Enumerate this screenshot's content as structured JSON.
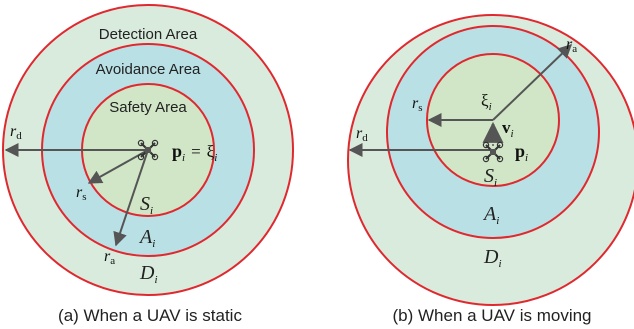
{
  "colors": {
    "detection_fill": "#d8ebdc",
    "avoidance_fill": "#b9e0e5",
    "safety_fill": "#d0e6c6",
    "ring_stroke": "#e0282f",
    "arrow": "#555555"
  },
  "left_panel": {
    "labels": {
      "detection": "Detection Area",
      "avoidance": "Avoidance Area",
      "safety": "Safety Area"
    },
    "symbols": {
      "r_d": "r",
      "r_d_sub": "d",
      "r_s": "r",
      "r_s_sub": "s",
      "r_a": "r",
      "r_a_sub": "a",
      "p": "p",
      "p_sub": "i",
      "equals": "=",
      "xi": "ξ",
      "xi_sub": "i",
      "S": "S",
      "S_sub": "i",
      "A": "A",
      "A_sub": "i",
      "D": "D",
      "D_sub": "i"
    },
    "caption": "(a) When a UAV is static"
  },
  "right_panel": {
    "symbols": {
      "r_a": "r",
      "r_a_sub": "a",
      "r_s": "r",
      "r_s_sub": "s",
      "r_d": "r",
      "r_d_sub": "d",
      "xi": "ξ",
      "xi_sub": "i",
      "v": "v",
      "v_sub": "i",
      "p": "p",
      "p_sub": "i",
      "S": "S",
      "S_sub": "i",
      "A": "A",
      "A_sub": "i",
      "D": "D",
      "D_sub": "i"
    },
    "caption": "(b) When a UAV is moving"
  }
}
